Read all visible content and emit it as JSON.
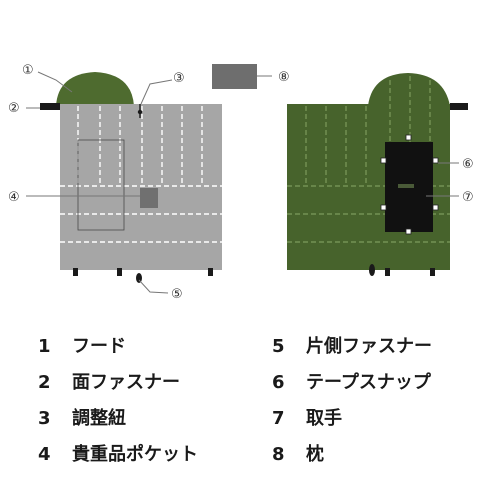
{
  "colors": {
    "front_body": "#a6a6a6",
    "back_body": "#47632c",
    "hood": "#4e6b2f",
    "pocket": "#707070",
    "pillow": "#6e6e6e",
    "handle": "#1a1a1a",
    "callout_line": "#777777"
  },
  "callouts": {
    "c1": "①",
    "c2": "②",
    "c3": "③",
    "c4": "④",
    "c5": "⑤",
    "c6": "⑥",
    "c7": "⑦",
    "c8": "⑧"
  },
  "legend": {
    "items": [
      {
        "num": "1",
        "label": "フード"
      },
      {
        "num": "2",
        "label": "面ファスナー"
      },
      {
        "num": "3",
        "label": "調整紐"
      },
      {
        "num": "4",
        "label": "貴重品ポケット"
      },
      {
        "num": "5",
        "label": "片側ファスナー"
      },
      {
        "num": "6",
        "label": "テープスナップ"
      },
      {
        "num": "7",
        "label": "取手"
      },
      {
        "num": "8",
        "label": "枕"
      }
    ]
  }
}
